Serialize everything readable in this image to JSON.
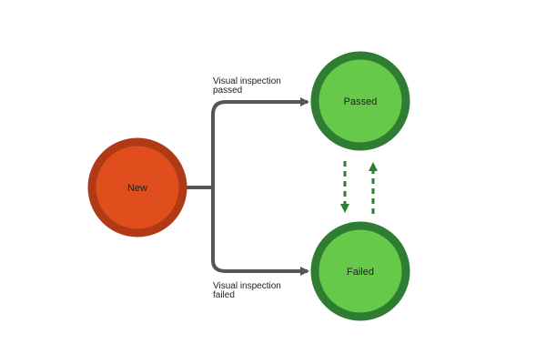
{
  "nodes": {
    "new": {
      "label": "New",
      "fill": "#e04e1e",
      "stroke": "#b03a16"
    },
    "passed": {
      "label": "Passed",
      "fill": "#66c94a",
      "stroke": "#2e7d32"
    },
    "failed": {
      "label": "Failed",
      "fill": "#66c94a",
      "stroke": "#2e7d32"
    }
  },
  "edges": {
    "to_passed": {
      "label_line1": "Visual inspection",
      "label_line2": "passed"
    },
    "to_failed": {
      "label_line1": "Visual inspection",
      "label_line2": "failed"
    }
  },
  "colors": {
    "connector": "#555555",
    "transition": "#2e7d32"
  }
}
